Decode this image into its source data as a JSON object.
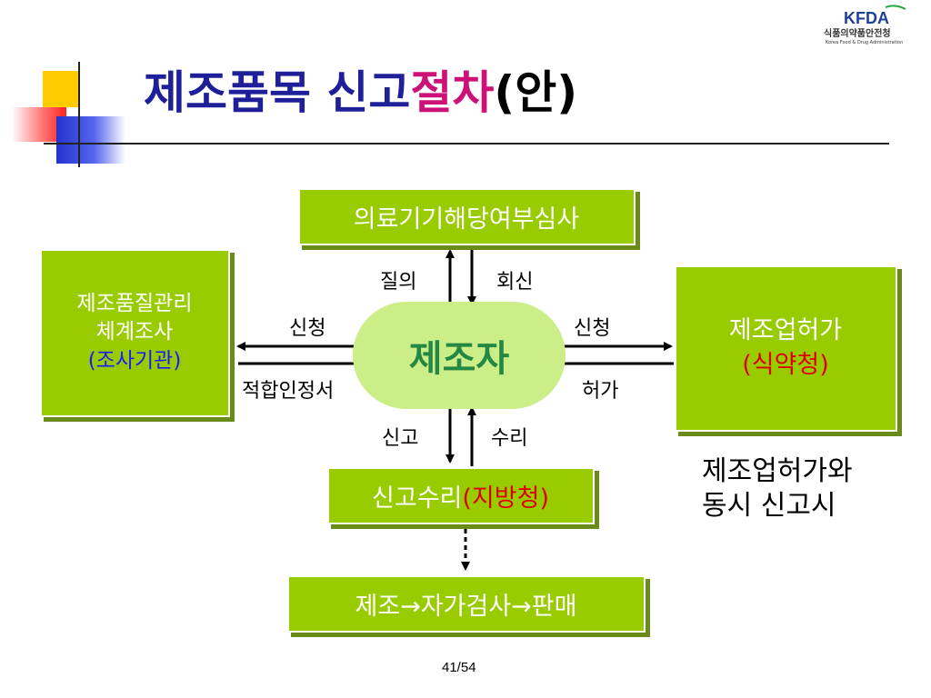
{
  "title": {
    "part1": "제조품목 신고",
    "part2": "절차",
    "part3": "(안)"
  },
  "logo": {
    "abbr": "KFDA",
    "korean": "식품의약품안전청",
    "english": "Korea Food & Drug Administration"
  },
  "boxes": {
    "review": "의료기기해당여부심사",
    "quality": {
      "line1": "제조품질관리",
      "line2": "체계조사",
      "line3": "(조사기관)"
    },
    "license": {
      "line1": "제조업허가",
      "line2": "(식약청)"
    },
    "accept": {
      "main": "신고수리",
      "paren": "(지방청)"
    },
    "sale": "제조→자가검사→판매"
  },
  "center": "제조자",
  "labels": {
    "inquiry": "질의",
    "reply": "회신",
    "apply_left": "신청",
    "certificate": "적합인정서",
    "apply_right": "신청",
    "permit": "허가",
    "report": "신고",
    "accept": "수리"
  },
  "note": {
    "line1": "제조업허가와",
    "line2": "동시 신고시"
  },
  "page_number": "41/54",
  "colors": {
    "box_fill": "#99cc00",
    "oval_fill": "#ccee88",
    "title_blue": "#1f1f99",
    "title_magenta": "#cc1177"
  }
}
